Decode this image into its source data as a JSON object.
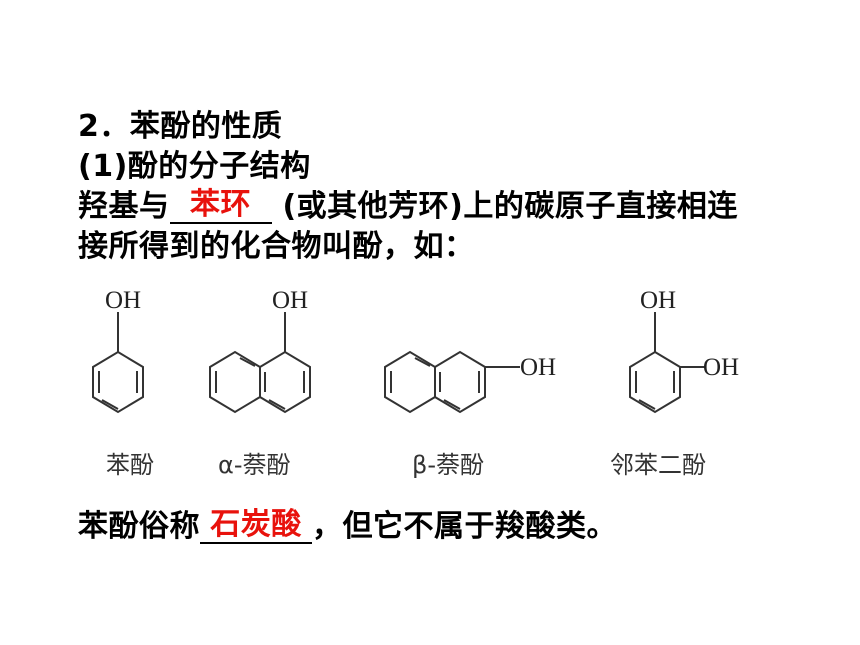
{
  "heading": "2．苯酚的性质",
  "subheading": "(1)酚的分子结构",
  "definition": {
    "prefix": "羟基与",
    "answer": "苯环",
    "suffix": " (或其他芳环)上的碳原子直接相连",
    "line2": "接所得到的化合物叫酚，如："
  },
  "structures": [
    {
      "name": "苯酚",
      "groups": [
        "OH"
      ]
    },
    {
      "name": "α-萘酚",
      "groups": [
        "OH"
      ]
    },
    {
      "name": "β-萘酚",
      "groups": [
        "OH"
      ]
    },
    {
      "name": "邻苯二酚",
      "groups": [
        "OH",
        "OH"
      ]
    }
  ],
  "common_name": {
    "prefix": "苯酚俗称",
    "answer": "石炭酸",
    "suffix": "，但它不属于羧酸类。"
  },
  "colors": {
    "answer": "#e8120c",
    "text": "#000000"
  }
}
